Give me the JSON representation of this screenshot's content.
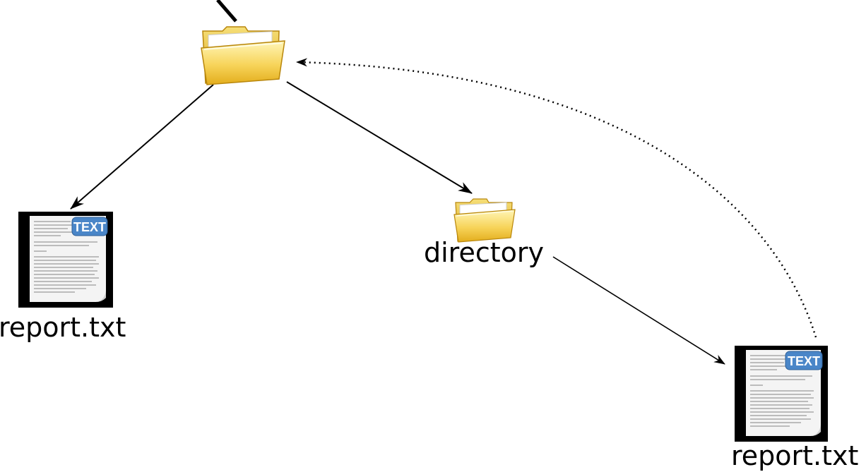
{
  "nodes": {
    "root_folder": {
      "icon": "folder-icon"
    },
    "left_file": {
      "icon": "text-file-icon",
      "label": "report.txt",
      "badge": "TEXT"
    },
    "subfolder": {
      "icon": "folder-icon",
      "label": "directory"
    },
    "right_file": {
      "icon": "text-file-icon",
      "label": "report.txt",
      "badge": "TEXT"
    }
  },
  "edges": [
    {
      "from": "root_folder",
      "to": "left_file",
      "style": "solid"
    },
    {
      "from": "root_folder",
      "to": "subfolder",
      "style": "solid"
    },
    {
      "from": "subfolder",
      "to": "right_file",
      "style": "solid"
    },
    {
      "from": "right_file",
      "to": "root_folder",
      "style": "dotted"
    }
  ],
  "colors": {
    "folder_light": "#fff3a8",
    "folder_dark": "#e8b820",
    "folder_edge": "#b8860b",
    "badge": "#4a86c8",
    "line": "#000000"
  }
}
